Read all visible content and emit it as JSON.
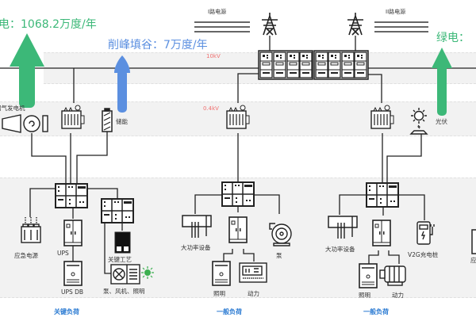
{
  "annotations": {
    "green_energy_left": "电：1068.2万度/年",
    "peak_shaving": "削峰填谷：7万度/年",
    "green_energy_right": "绿电："
  },
  "sources": {
    "line_i": "I路电源",
    "line_ii": "II路电源"
  },
  "voltage_levels": {
    "high": "10kV",
    "low": "0.4kV"
  },
  "equipment": {
    "gas_generator": "沼气发电机",
    "storage": "储能",
    "pv": "光伏"
  },
  "critical_load": {
    "group_label": "关键负荷",
    "emergency_power": "应急电源",
    "ups": "UPS",
    "ups_db": "UPS DB",
    "key_process": "关键工艺",
    "pump_fan_light": "泵、风机、照明"
  },
  "general_load_1": {
    "group_label": "一般负荷",
    "high_power": "大功率设备",
    "pump": "泵",
    "lighting": "照明",
    "power": "动力"
  },
  "general_load_2": {
    "group_label": "一般负荷",
    "high_power": "大功率设备",
    "v2g": "V2G充电桩",
    "lighting": "照明",
    "power": "动力",
    "partial_right": "应"
  },
  "colors": {
    "green": "#3cb878",
    "blue": "#5b8fe0",
    "voltage_red": "#f07070",
    "group_blue": "#2a7ad2"
  }
}
